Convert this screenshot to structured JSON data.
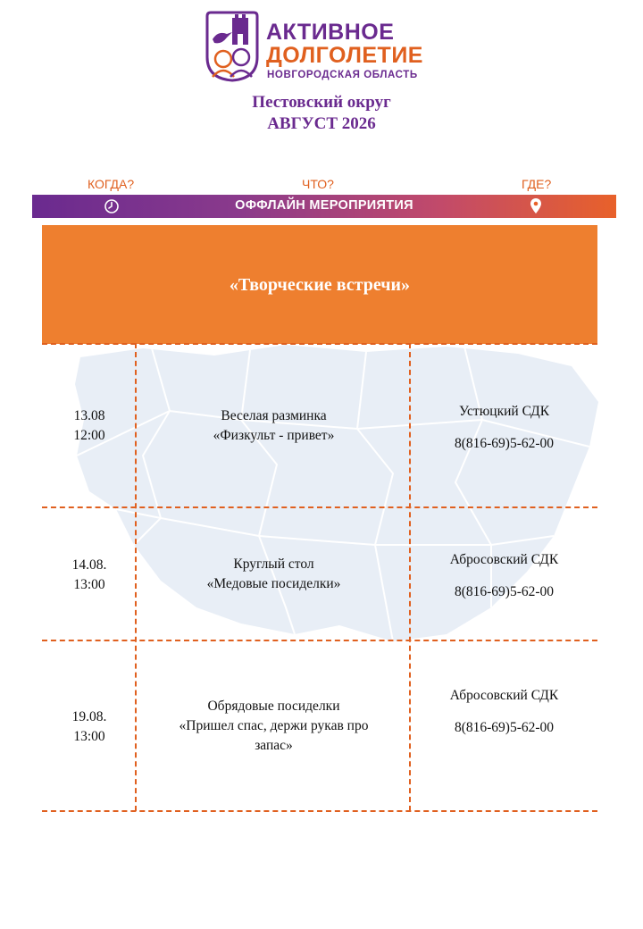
{
  "logo": {
    "line1": "АКТИВНОЕ",
    "line2": "ДОЛГОЛЕТИЕ",
    "line3": "НОВГОРОДСКАЯ ОБЛАСТЬ"
  },
  "header": {
    "district": "Пестовский округ",
    "month": "АВГУСТ 2026"
  },
  "questions": {
    "when": "КОГДА?",
    "what": "ЧТО?",
    "where": "ГДЕ?"
  },
  "bar": {
    "title": "ОФФЛАЙН МЕРОПРИЯТИЯ",
    "left_icon": "clock-icon",
    "right_icon": "location-pin-icon"
  },
  "section": {
    "title": "«Творческие встречи»"
  },
  "colors": {
    "purple": "#6a2a8f",
    "orange": "#e0601f",
    "section_bg": "#ee7f2f",
    "map": "#e8eef6"
  },
  "events": [
    {
      "date": "13.08",
      "time": "12:00",
      "title_line1": "Веселая разминка",
      "title_line2": "«Физкульт - привет»",
      "title_line3": "",
      "place": "Устюцкий СДК",
      "phone": "8(816-69)5-62-00"
    },
    {
      "date": "14.08.",
      "time": "13:00",
      "title_line1": "Круглый стол",
      "title_line2": "«Медовые посиделки»",
      "title_line3": "",
      "place": "Абросовский СДК",
      "phone": "8(816-69)5-62-00"
    },
    {
      "date": "19.08.",
      "time": "13:00",
      "title_line1": "Обрядовые посиделки",
      "title_line2": "«Пришел спас, держи рукав про",
      "title_line3": "запас»",
      "place": "Абросовский СДК",
      "phone": "8(816-69)5-62-00"
    }
  ]
}
